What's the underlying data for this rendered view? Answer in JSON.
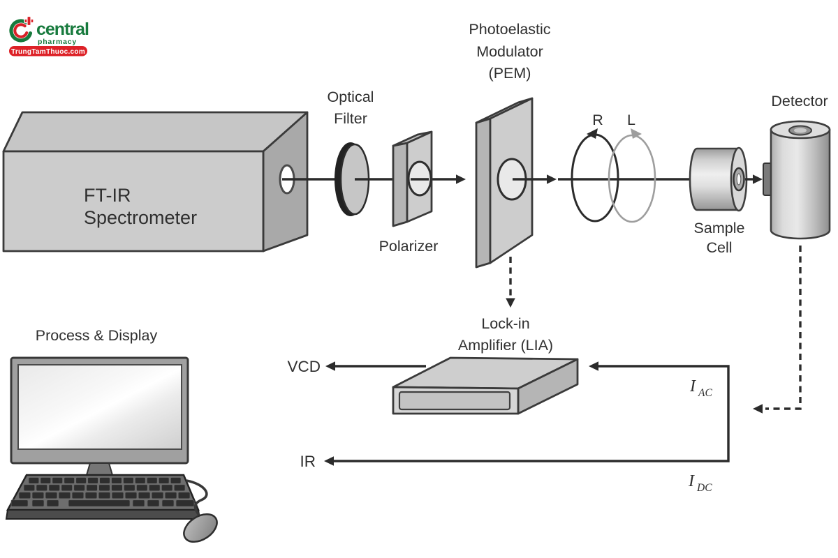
{
  "page": {
    "background": "#ffffff"
  },
  "logo": {
    "brand": "central",
    "tagline": "pharmacy",
    "banner_text": "TrungTamThuoc.com",
    "colors": {
      "green": "#177a3d",
      "red": "#da2128",
      "banner_red": "#dd2127",
      "white": "#ffffff"
    }
  },
  "diagram": {
    "labels": {
      "ftir_line1": "FT-IR",
      "ftir_line2": "Spectrometer",
      "optical_filter_line1": "Optical",
      "optical_filter_line2": "Filter",
      "polarizer": "Polarizer",
      "pem_line1": "Photoelastic",
      "pem_line2": "Modulator",
      "pem_line3": "(PEM)",
      "polarization_right": "R",
      "polarization_left": "L",
      "sample_cell_line1": "Sample",
      "sample_cell_line2": "Cell",
      "detector": "Detector",
      "lia_line1": "Lock-in",
      "lia_line2": "Amplifier (LIA)",
      "output_vcd": "VCD",
      "output_ir": "IR",
      "signal_ac_symbol": "I",
      "signal_ac_subscript": "AC",
      "signal_dc_symbol": "I",
      "signal_dc_subscript": "DC",
      "computer": "Process & Display"
    }
  }
}
